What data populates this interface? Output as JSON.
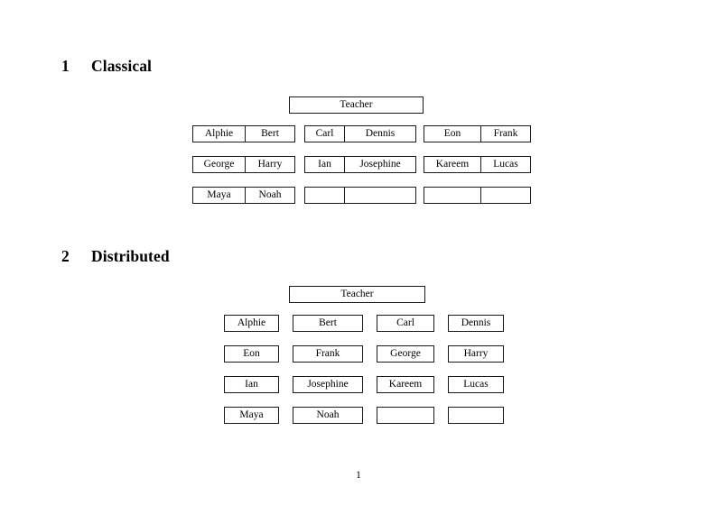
{
  "document": {
    "page_number": "1",
    "sections": [
      {
        "number": "1",
        "title": "Classical",
        "layout": "three-groups-of-two-columns",
        "root": {
          "label": "Teacher"
        },
        "groups": [
          {
            "name": "group-left",
            "rows": [
              {
                "cells": [
                  "Alphie",
                  "Bert"
                ]
              },
              {
                "cells": [
                  "George",
                  "Harry"
                ]
              },
              {
                "cells": [
                  "Maya",
                  "Noah"
                ]
              }
            ]
          },
          {
            "name": "group-middle",
            "rows": [
              {
                "cells": [
                  "Carl",
                  "Dennis"
                ]
              },
              {
                "cells": [
                  "Ian",
                  "Josephine"
                ]
              },
              {
                "cells": [
                  "",
                  ""
                ]
              }
            ]
          },
          {
            "name": "group-right",
            "rows": [
              {
                "cells": [
                  "Eon",
                  "Frank"
                ]
              },
              {
                "cells": [
                  "Kareem",
                  "Lucas"
                ]
              },
              {
                "cells": [
                  "",
                  ""
                ]
              }
            ]
          }
        ]
      },
      {
        "number": "2",
        "title": "Distributed",
        "layout": "four-column-grid",
        "root": {
          "label": "Teacher"
        },
        "grid": {
          "rows": [
            {
              "cells": [
                "Alphie",
                "Bert",
                "Carl",
                "Dennis"
              ]
            },
            {
              "cells": [
                "Eon",
                "Frank",
                "George",
                "Harry"
              ]
            },
            {
              "cells": [
                "Ian",
                "Josephine",
                "Kareem",
                "Lucas"
              ]
            },
            {
              "cells": [
                "Maya",
                "Noah",
                "",
                ""
              ]
            }
          ]
        }
      }
    ]
  }
}
